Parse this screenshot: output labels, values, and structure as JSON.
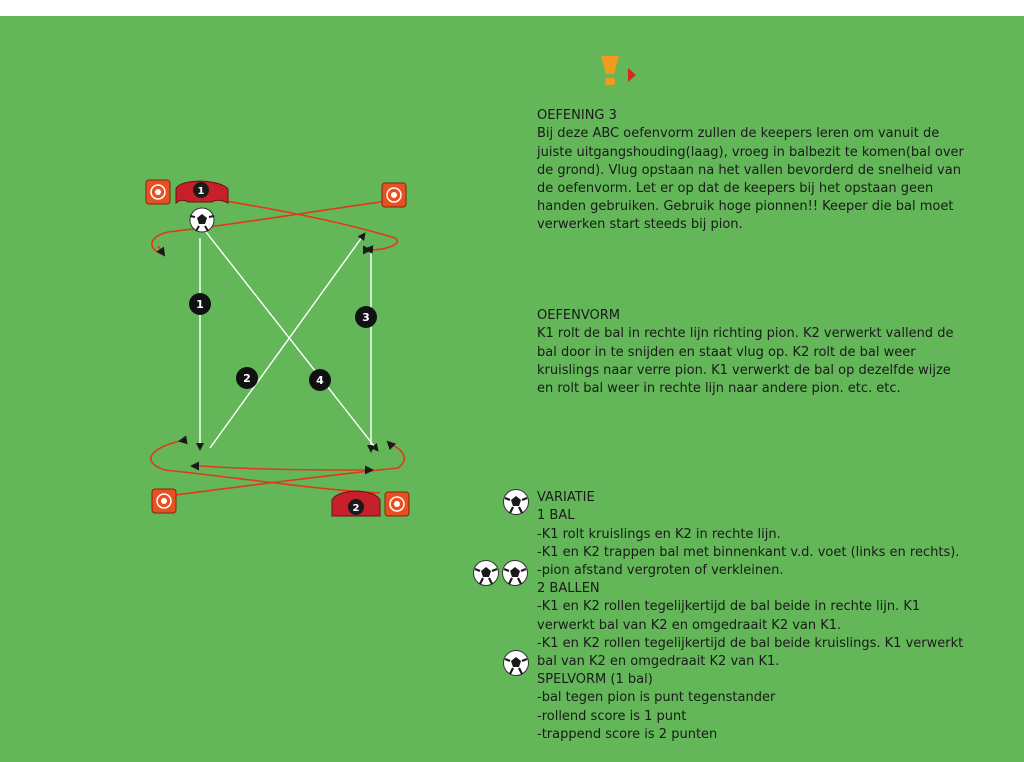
{
  "colors": {
    "field_green": "#63b759",
    "cone_orange": "#e8501f",
    "player_red": "#c8202a",
    "path_red": "#e03a1a",
    "text": "#1a1a1a",
    "warning_orange": "#f29a1c"
  },
  "icons": {
    "warning": "exclamation-icon",
    "play": "play-triangle-icon",
    "ball": "soccer-ball-icon",
    "cone": "cone-icon"
  },
  "diagram": {
    "players": [
      "1",
      "2"
    ],
    "step_labels": [
      "1",
      "2",
      "3",
      "4"
    ]
  },
  "exercise": {
    "title": "OEFENING 3",
    "description": "Bij deze ABC oefenvorm zullen de keepers leren om vanuit de\njuiste uitgangshouding(laag), vroeg in balbezit te komen(bal over\nde grond). Vlug opstaan na het vallen bevorderd de snelheid van\nde oefenvorm. Let er op dat de keepers bij het opstaan geen\nhanden gebruiken. Gebruik hoge pionnen!! Keeper die bal moet\nverwerken start steeds bij pion."
  },
  "form": {
    "title": "OEFENVORM",
    "description": "K1 rolt de bal in rechte lijn richting pion. K2 verwerkt vallend de\nbal door in te snijden en staat vlug op. K2 rolt de bal weer\nkruislings naar verre pion. K1 verwerkt de bal op dezelfde wijze\nen rolt bal weer in rechte lijn naar andere pion. etc. etc."
  },
  "variation": {
    "title": "VARIATIE",
    "one_ball": {
      "title": "1 BAL",
      "lines": "-K1 rolt kruislings en K2 in rechte lijn.\n-K1 en K2 trappen bal met binnenkant v.d. voet (links en rechts).\n-pion afstand vergroten of verkleinen."
    },
    "two_balls": {
      "title": "2 BALLEN",
      "lines": "-K1 en K2 rollen tegelijkertijd de bal beide in rechte lijn. K1\n verwerkt bal van K2 en omgedraait K2 van K1.\n-K1 en K2 rollen tegelijkertijd de bal beide kruislings. K1 verwerkt\nbal van K2 en omgedraait K2 van K1."
    },
    "game": {
      "title": "SPELVORM (1 bal)",
      "lines": "-bal tegen pion is punt tegenstander\n-rollend score is 1 punt\n-trappend score is 2 punten"
    }
  }
}
